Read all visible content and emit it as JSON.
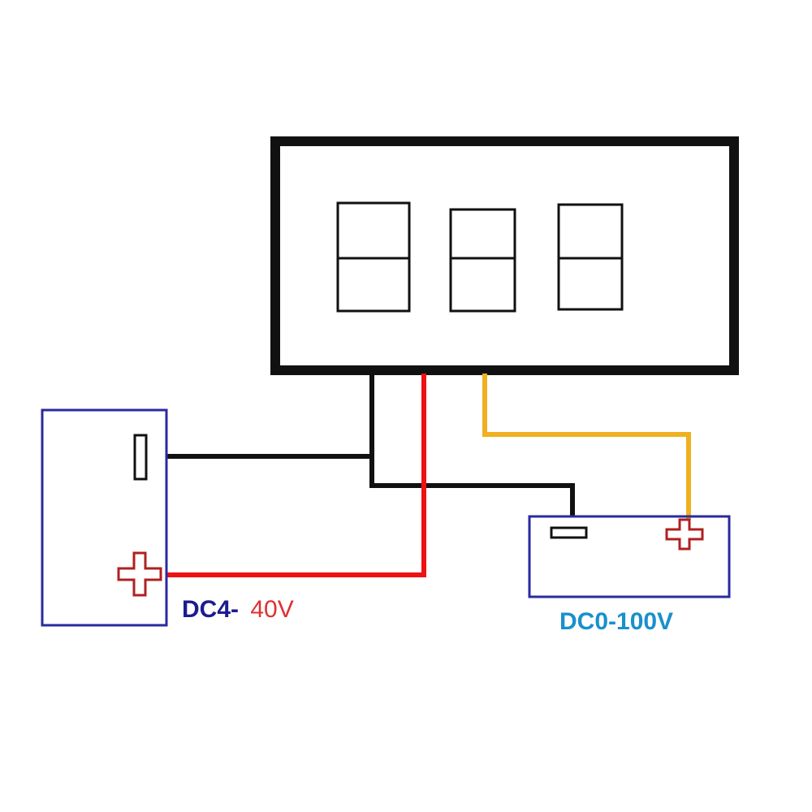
{
  "diagram": {
    "supply_label_prefix": "DC4-",
    "supply_label_range": "40V",
    "measured_label": "DC0-100V"
  },
  "colors": {
    "meter": "#111111",
    "box": "#2a2aa0",
    "wire_black": "#111111",
    "wire_red": "#ee1111",
    "wire_yellow": "#f0b020",
    "plus": "#b02020",
    "label_dark_blue": "#1c1c90",
    "label_red": "#e03030",
    "label_light_blue": "#1a90cc"
  }
}
